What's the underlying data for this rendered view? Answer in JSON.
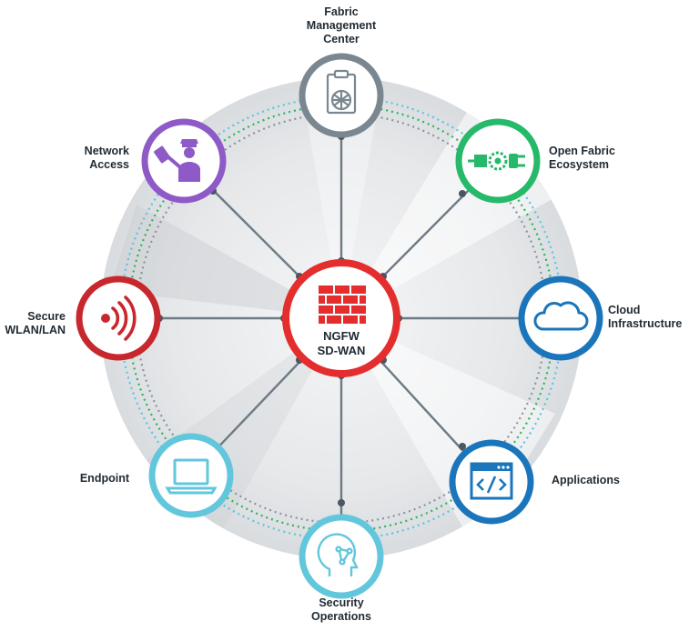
{
  "hub": {
    "line1": "NGFW",
    "line2": "SD-WAN",
    "color": "#e42d2d"
  },
  "nodes": [
    {
      "id": "fmc",
      "lines": [
        "Fabric",
        "Management",
        "Center"
      ],
      "color": "#7a8791",
      "icon": "clipboard-globe-icon"
    },
    {
      "id": "ofe",
      "lines": [
        "Open Fabric",
        "Ecosystem"
      ],
      "color": "#27b96a",
      "icon": "plug-gear-icon"
    },
    {
      "id": "cloud",
      "lines": [
        "Cloud",
        "Infrastructure"
      ],
      "color": "#1b75bb",
      "icon": "cloud-icon"
    },
    {
      "id": "apps",
      "lines": [
        "Applications"
      ],
      "color": "#1b75bb",
      "icon": "code-window-icon"
    },
    {
      "id": "secops",
      "lines": [
        "Security",
        "Operations"
      ],
      "color": "#62c7dc",
      "icon": "brain-circuit-icon"
    },
    {
      "id": "endpoint",
      "lines": [
        "Endpoint"
      ],
      "color": "#62c7dc",
      "icon": "laptop-icon"
    },
    {
      "id": "wlan",
      "lines": [
        "Secure",
        "WLAN/LAN"
      ],
      "color": "#c7282e",
      "icon": "wireless-signal-icon"
    },
    {
      "id": "na",
      "lines": [
        "Network",
        "Access"
      ],
      "color": "#8e5ac7",
      "icon": "officer-icon"
    }
  ],
  "ring_colors": {
    "outer_dots": "#5bc4dd",
    "green_dots": "#2fb35b",
    "gray_dots": "#8b939a",
    "spoke": "#6d7a84"
  }
}
